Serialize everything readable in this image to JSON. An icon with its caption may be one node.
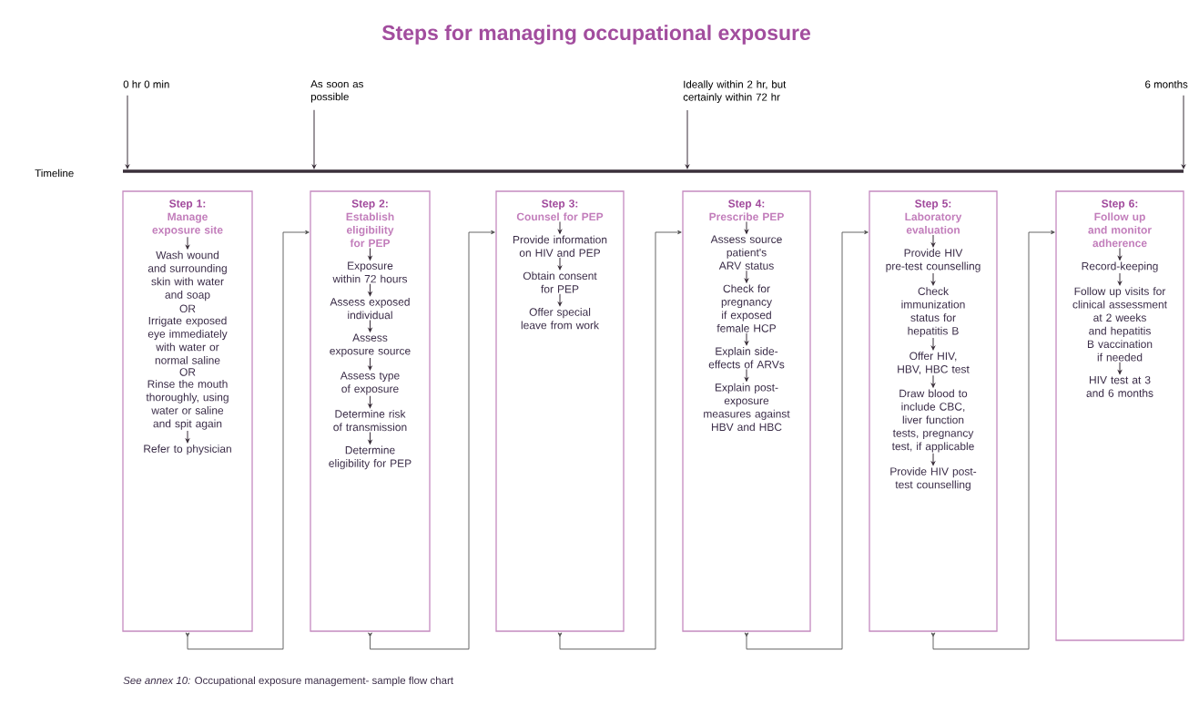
{
  "diagram": {
    "title": "Steps for managing occupational exposure",
    "caption": "*See annex 10:* Occupational exposure management- sample flow chart",
    "nodes": [
      {
        "text": [
          "0 hr 0 min"
        ]
      },
      {
        "text": [
          "As soon as possible"
        ]
      },
      {
        "text": [
          "Ideally within 2 hr, but certainly within 72 hr"
        ]
      },
      {
        "text": [
          "6 months"
        ]
      },
      {
        "text": [],
        "shape": "bar"
      },
      {
        "text": [],
        "shape": "box"
      },
      {
        "text": [
          "Step 1:",
          "Manage exposure site"
        ],
        "in": 5
      },
      {
        "text": [
          "Wash wound and surrounding skin with water and soap"
        ],
        "in": 5
      },
      {
        "text": [
          "Irrigate exposed eye immediately with water or normal saline"
        ],
        "in": 5
      },
      {
        "text": [
          "Rinse the mouth thoroughly, using water or saline and spit again"
        ],
        "in": 5
      },
      {
        "text": [
          "Refer to physician"
        ],
        "in": 5
      },
      {
        "text": [],
        "shape": "box"
      },
      {
        "text": [
          "Step 2:",
          "Establish eligibility for PEP"
        ],
        "in": 11
      },
      {
        "text": [
          "Exposure within 72 hours"
        ],
        "in": 11
      },
      {
        "text": [
          "Assess exposed individual"
        ],
        "in": 11
      },
      {
        "text": [
          "Assess exposure source"
        ],
        "in": 11
      },
      {
        "text": [
          "Assess type of exposure"
        ],
        "in": 11
      },
      {
        "text": [
          "Determine risk of transmission"
        ],
        "in": 11
      },
      {
        "text": [
          "Determine eligibility for PEP"
        ],
        "in": 11
      },
      {
        "text": [],
        "shape": "box"
      },
      {
        "text": [
          "Step 3:",
          "Counsel for PEP"
        ],
        "in": 19
      },
      {
        "text": [
          "Provide information on HIV and PEP"
        ],
        "in": 19
      },
      {
        "text": [
          "Obtain consent for PEP"
        ],
        "in": 19
      },
      {
        "text": [
          "Offer special leave from work"
        ],
        "in": 19
      },
      {
        "text": [],
        "shape": "box"
      },
      {
        "text": [
          "Step 4:",
          "Prescribe PEP"
        ],
        "in": 24
      },
      {
        "text": [
          "Assess source patient's ARV status"
        ],
        "in": 24
      },
      {
        "text": [
          "Check for pregnancy if exposed female HCP"
        ],
        "in": 24
      },
      {
        "text": [
          "Explain side-effects of ARVs"
        ],
        "in": 24
      },
      {
        "text": [
          "Explain post-exposure measures against HBV and HBC"
        ],
        "in": 24
      },
      {
        "text": [],
        "shape": "box"
      },
      {
        "text": [
          "Step 5:",
          "Laboratory evaluation"
        ],
        "in": 30
      },
      {
        "text": [
          "Provide HIV pre-test counselling"
        ],
        "in": 30
      },
      {
        "text": [
          "Check immunization status for hepatitis B"
        ],
        "in": 30
      },
      {
        "text": [
          "Offer HIV, HBV, HBC test"
        ],
        "in": 30
      },
      {
        "text": [
          "Draw blood to include CBC, liver function tests, pregnancy test, if applicable"
        ],
        "in": 30
      },
      {
        "text": [
          "Provide HIV post-test counselling"
        ],
        "in": 30
      },
      {
        "text": [],
        "shape": "box"
      },
      {
        "text": [
          "Step 6:",
          "Follow up and monitor adherence"
        ],
        "in": 37
      },
      {
        "text": [
          "Record-keeping"
        ],
        "in": 37
      },
      {
        "text": [
          "Follow up visits for clinical assessment at 2 weeks and hepatitis B vaccination if needed"
        ],
        "in": 37
      },
      {
        "text": [
          "HIV test at 3 and 6 months"
        ],
        "in": 37
      }
    ],
    "edges": [
      {
        "from": 0,
        "to": 4,
        "arrow": "to"
      },
      {
        "from": 1,
        "to": 4,
        "arrow": "to"
      },
      {
        "from": 2,
        "to": 4,
        "arrow": "to"
      },
      {
        "from": 3,
        "to": 4,
        "arrow": "to"
      },
      {
        "from": 6,
        "to": 7,
        "arrow": "to"
      },
      {
        "from": 9,
        "to": 10,
        "arrow": "to"
      },
      {
        "from": 12,
        "to": 13,
        "arrow": "to"
      },
      {
        "from": 13,
        "to": 14,
        "arrow": "to"
      },
      {
        "from": 14,
        "to": 15,
        "arrow": "to"
      },
      {
        "from": 15,
        "to": 16,
        "arrow": "to"
      },
      {
        "from": 16,
        "to": 17,
        "arrow": "to"
      },
      {
        "from": 17,
        "to": 18,
        "arrow": "to"
      },
      {
        "from": 20,
        "to": 21,
        "arrow": "to"
      },
      {
        "from": 21,
        "to": 22,
        "arrow": "to"
      },
      {
        "from": 22,
        "to": 23,
        "arrow": "to"
      },
      {
        "from": 25,
        "to": 26,
        "arrow": "to"
      },
      {
        "from": 26,
        "to": 27,
        "arrow": "to"
      },
      {
        "from": 27,
        "to": 28,
        "arrow": "to"
      },
      {
        "from": 28,
        "to": 29,
        "arrow": "to"
      },
      {
        "from": 31,
        "to": 32,
        "arrow": "to"
      },
      {
        "from": 32,
        "to": 33,
        "arrow": "to"
      },
      {
        "from": 33,
        "to": 34,
        "arrow": "to"
      },
      {
        "from": 34,
        "to": 35,
        "arrow": "to"
      },
      {
        "from": 35,
        "to": 36,
        "arrow": "to"
      },
      {
        "from": 38,
        "to": 39,
        "arrow": "to"
      },
      {
        "from": 39,
        "to": 40,
        "arrow": "to"
      },
      {
        "from": 40,
        "to": 41,
        "arrow": "to"
      },
      {
        "from": 5,
        "to": 11,
        "arrow": "to",
        "color": "#555555"
      },
      {
        "from": 11,
        "to": 19,
        "arrow": "to",
        "color": "#555555"
      },
      {
        "from": 19,
        "to": 24,
        "arrow": "to",
        "color": "#555555"
      },
      {
        "from": 24,
        "to": 30,
        "arrow": "to",
        "color": "#555555"
      },
      {
        "from": 30,
        "to": 37,
        "arrow": "to",
        "color": "#555555"
      }
    ],
    "labels": [
      "Timeline",
      "OR",
      "OR"
    ]
  }
}
